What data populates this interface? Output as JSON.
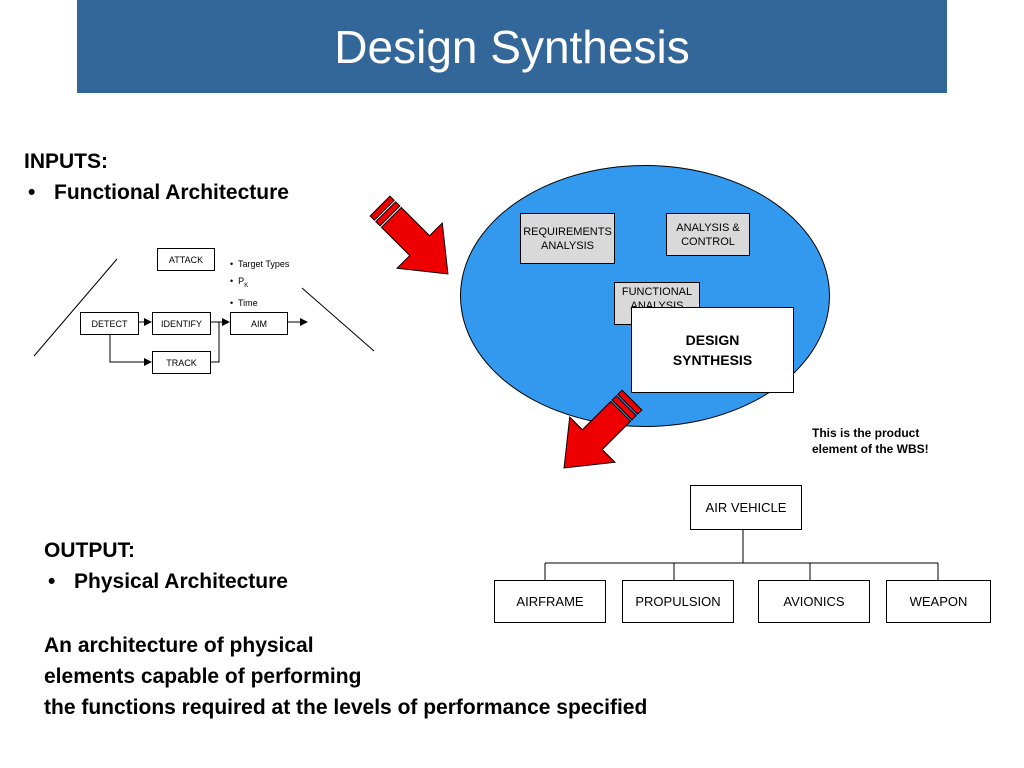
{
  "title": "Design Synthesis",
  "inputs": {
    "heading": "INPUTS:",
    "bullet": "Functional Architecture"
  },
  "functional_diagram": {
    "boxes": {
      "attack": "ATTACK",
      "detect": "DETECT",
      "identify": "IDENTIFY",
      "aim": "AIM",
      "track": "TRACK"
    },
    "list": [
      "Target Types",
      "P",
      "Time"
    ],
    "list_subscript": "K",
    "bullet_char": "•"
  },
  "process": {
    "requirements_analysis": "REQUIREMENTS\nANALYSIS",
    "analysis_control": "ANALYSIS &\nCONTROL",
    "functional_analysis": "FUNCTIONAL\nANALYSIS",
    "design_synthesis": "DESIGN\nSYNTHESIS"
  },
  "note": "This is the product\nelement of the WBS!",
  "wbs": {
    "root": "AIR VEHICLE",
    "children": [
      "AIRFRAME",
      "PROPULSION",
      "AVIONICS",
      "WEAPON"
    ]
  },
  "output": {
    "heading": "OUTPUT:",
    "bullet": "Physical Architecture",
    "description": "An architecture of physical\nelements capable of performing\nthe functions required at the levels of performance specified"
  },
  "colors": {
    "title_band": "#336699",
    "ellipse": "#3399ee",
    "arrow": "#ee0000",
    "box_gray": "#d9d9d9"
  }
}
